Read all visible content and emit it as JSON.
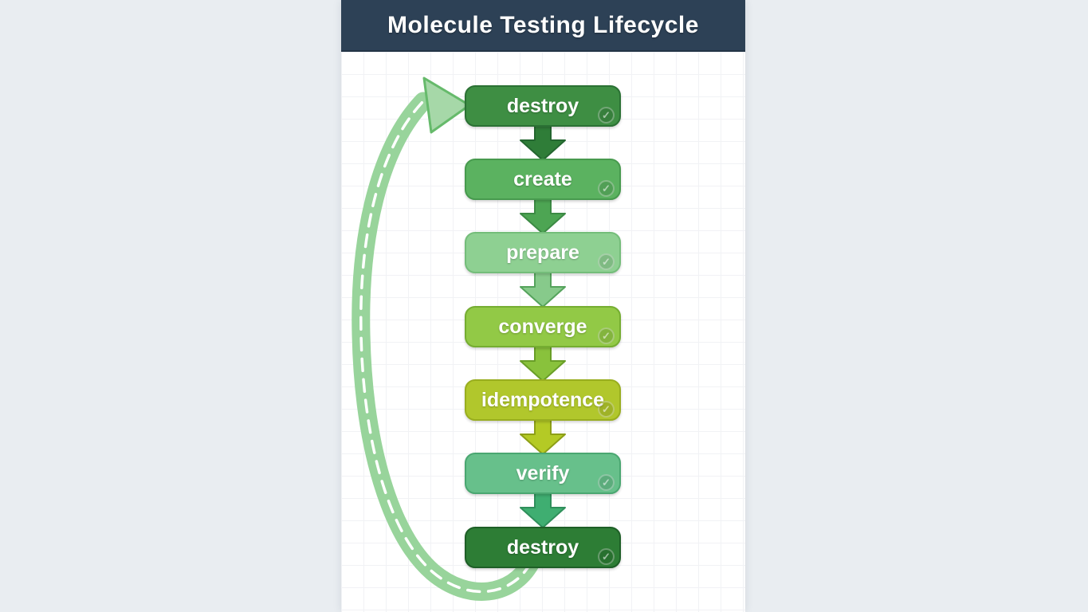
{
  "page": {
    "background": "#e9edf1",
    "card_background": "#ffffff",
    "grid_line": "#f1f2f5"
  },
  "header": {
    "title": "Molecule Testing Lifecycle",
    "background": "#2d4156",
    "text_color": "#ffffff"
  },
  "diagram": {
    "steps": [
      {
        "label": "destroy",
        "fill": "#3e8e43",
        "border": "#2b7134",
        "arrow_fill": "#2f7d38",
        "arrow_stroke": "#246630",
        "checked": true
      },
      {
        "label": "create",
        "fill": "#5bb260",
        "border": "#479a4e",
        "arrow_fill": "#4da553",
        "arrow_stroke": "#3c8a44",
        "checked": true
      },
      {
        "label": "prepare",
        "fill": "#8ed092",
        "border": "#74bd7a",
        "arrow_fill": "#87ca8b",
        "arrow_stroke": "#55a35c",
        "checked": true
      },
      {
        "label": "converge",
        "fill": "#92c946",
        "border": "#75ad31",
        "arrow_fill": "#89c23c",
        "arrow_stroke": "#699e28",
        "checked": true
      },
      {
        "label": "idempotence",
        "fill": "#b1c72c",
        "border": "#99ae1f",
        "arrow_fill": "#b4ca25",
        "arrow_stroke": "#8d9f17",
        "checked": true
      },
      {
        "label": "verify",
        "fill": "#67c08b",
        "border": "#4aa771",
        "arrow_fill": "#3fae71",
        "arrow_stroke": "#2f8f5b",
        "checked": true
      },
      {
        "label": "destroy",
        "fill": "#2d7d35",
        "border": "#1e5f27",
        "arrow_fill": null,
        "arrow_stroke": null,
        "checked": true
      }
    ],
    "loop": {
      "band_color": "#98d49b",
      "dash_color": "#ffffff",
      "arrowhead_fill": "#a6d8a8",
      "arrowhead_stroke": "#66ba6b"
    },
    "check_icon_glyph": "✓"
  }
}
